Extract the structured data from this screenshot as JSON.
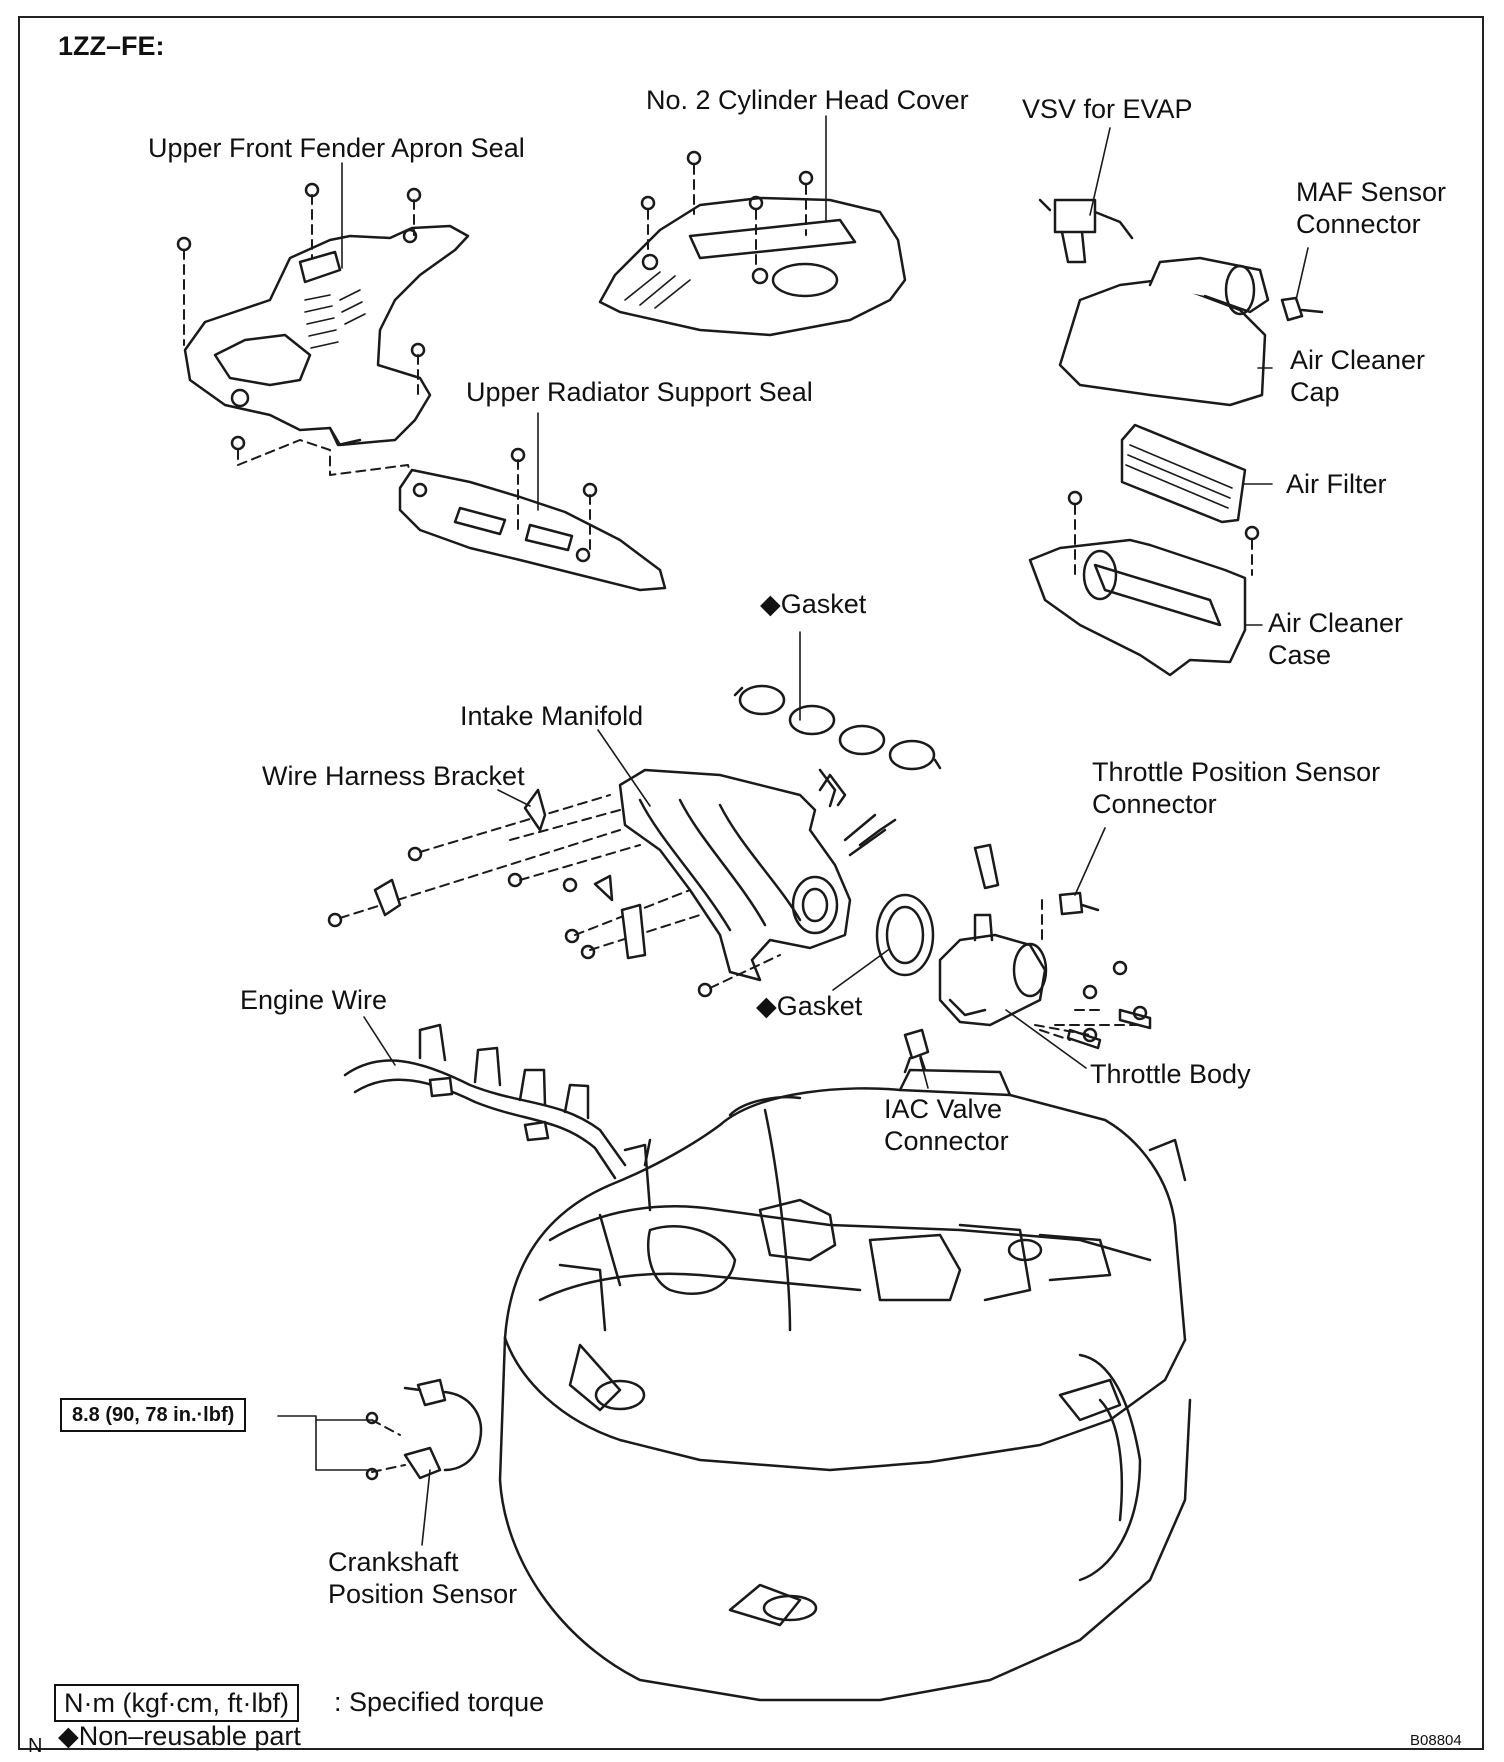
{
  "diagram": {
    "model_title": "1ZZ–FE:",
    "code": "B08804",
    "corner_mark": "N"
  },
  "labels": {
    "no2_cylinder_head_cover": "No. 2 Cylinder Head Cover",
    "vsv_for_evap": "VSV for EVAP",
    "upper_front_fender_apron_seal": "Upper Front Fender Apron Seal",
    "maf_sensor_connector_1": "MAF Sensor",
    "maf_sensor_connector_2": "Connector",
    "air_cleaner_cap_1": "Air Cleaner",
    "air_cleaner_cap_2": "Cap",
    "upper_radiator_support_seal": "Upper Radiator Support Seal",
    "air_filter": "Air Filter",
    "gasket_top": "◆Gasket",
    "air_cleaner_case_1": "Air Cleaner",
    "air_cleaner_case_2": "Case",
    "intake_manifold": "Intake Manifold",
    "wire_harness_bracket": "Wire Harness Bracket",
    "tps_connector_1": "Throttle Position Sensor",
    "tps_connector_2": "Connector",
    "engine_wire": "Engine Wire",
    "gasket_bottom": "◆Gasket",
    "throttle_body": "Throttle Body",
    "iac_valve_connector_1": "IAC Valve",
    "iac_valve_connector_2": "Connector",
    "crankshaft_position_sensor_1": "Crankshaft",
    "crankshaft_position_sensor_2": "Position Sensor"
  },
  "torque": {
    "crankshaft_bolt": "8.8 (90, 78 in.·lbf)"
  },
  "legend": {
    "torque_unit": "N·m (kgf·cm, ft·lbf)",
    "torque_desc": ": Specified torque",
    "non_reusable": "◆Non–reusable part"
  }
}
